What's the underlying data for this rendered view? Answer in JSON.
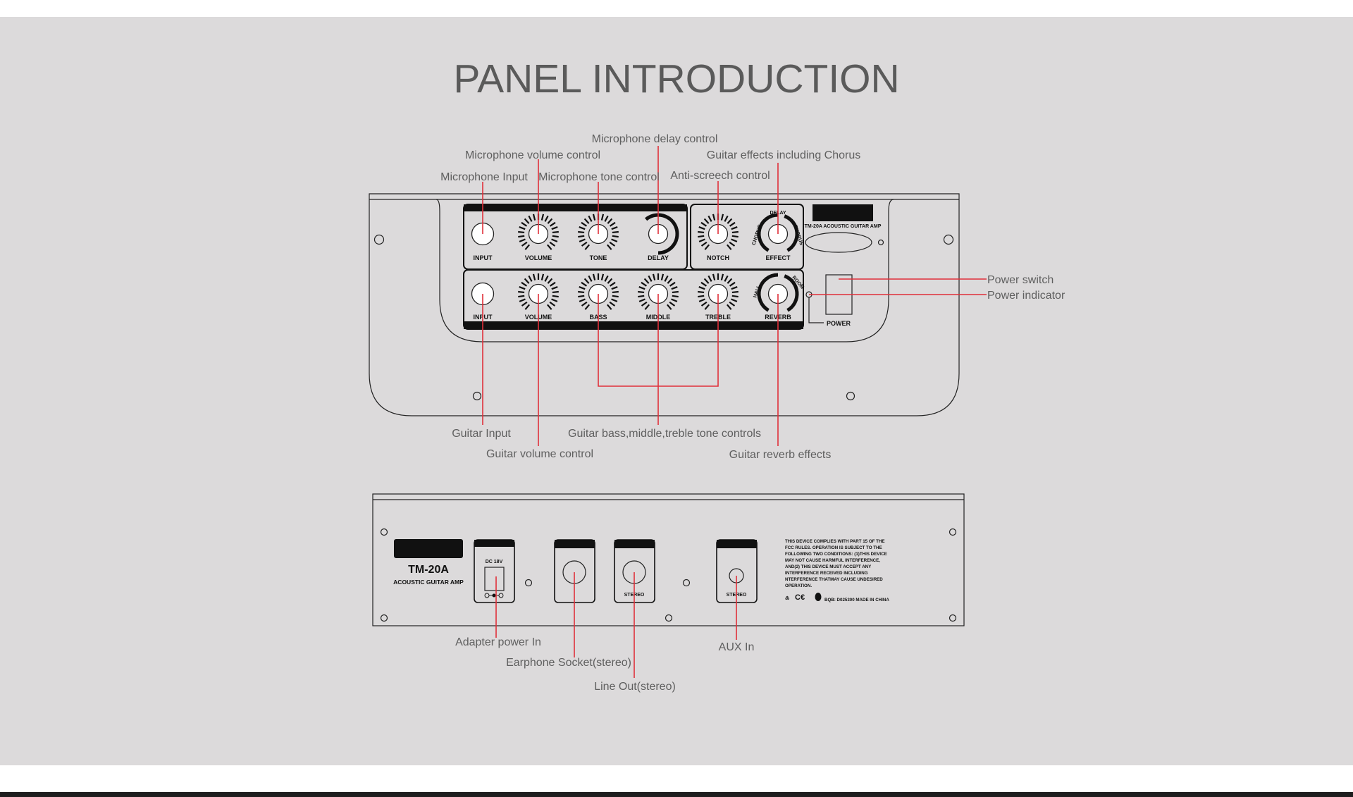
{
  "page_title": "PANEL INTRODUCTION",
  "front_panel": {
    "mic_row_labels": [
      "INPUT",
      "VOLUME",
      "TONE",
      "DELAY"
    ],
    "effect_row_labels": [
      "NOTCH",
      "EFFECT"
    ],
    "guitar_row_labels": [
      "INPUT",
      "VOLUME",
      "BASS",
      "MIDDLE",
      "TREBLE",
      "REVERB"
    ],
    "effect_arc_labels": [
      "CHORUS",
      "DELAY",
      "CHORUS"
    ],
    "reverb_arc_labels": [
      "HALL",
      "ROOM"
    ],
    "brand_text": "TM-20A ACOUSTIC GUITAR AMP",
    "power_label": "POWER"
  },
  "front_callouts": {
    "mic_input": "Microphone Input",
    "mic_volume": "Microphone volume control",
    "mic_tone": "Microphone tone control",
    "mic_delay": "Microphone delay control",
    "anti_screech": "Anti-screech control",
    "guitar_effects": "Guitar effects including Chorus",
    "power_switch": "Power switch",
    "power_indicator": "Power indicator",
    "guitar_input": "Guitar Input",
    "guitar_volume": "Guitar volume control",
    "tone_controls": "Guitar bass,middle,treble tone controls",
    "reverb": "Guitar reverb effects"
  },
  "rear_panel": {
    "model": "TM-20A",
    "model_sub": "ACOUSTIC GUITAR AMP",
    "dc_label": "DC 18V",
    "stereo_label": "STEREO",
    "fcc_text": [
      "THIS DEVICE COMPLIES WITH PART 15 OF THE",
      "FCC RULES. OPERATION IS SUBJECT TO THE",
      "FOLLOWING TWO CONDITIONS: (1)THIS DEVICE",
      "MAY NOT CAUSE HARMFUL INTERFERENCE,",
      "AND(2) THIS DEVICE MUST ACCEPT ANY",
      "INTERFERENCE RECEIVED INCLUDING",
      "NTERFERENCE THATMAY CAUSE UNDESIRED",
      "OPERATION."
    ],
    "cert_text": "BQB: D025300 MADE IN CHINA"
  },
  "rear_callouts": {
    "adapter": "Adapter power In",
    "earphone": "Earphone Socket(stereo)",
    "line_out": "Line Out(stereo)",
    "aux": "AUX In"
  },
  "colors": {
    "background": "#dcdadb",
    "callout_line": "#e0303a",
    "text": "#5f5f5f"
  }
}
